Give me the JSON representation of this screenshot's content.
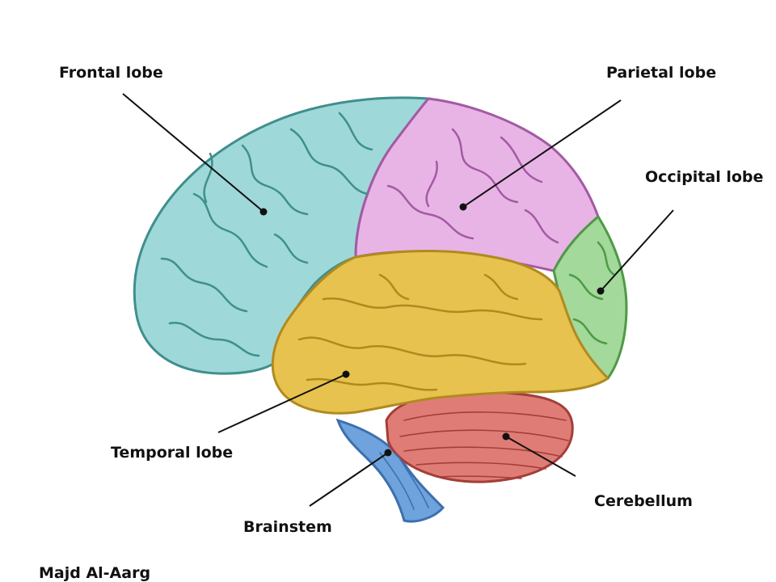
{
  "labels": {
    "frontal": "Frontal lobe",
    "parietal": "Parietal lobe",
    "occipital": "Occipital lobe",
    "temporal": "Temporal lobe",
    "cerebellum": "Cerebellum",
    "brainstem": "Brainstem"
  },
  "credit": "Majd Al-Aarg",
  "colors": {
    "frontal": "#9fd8d8",
    "frontal_stroke": "#3f8f8d",
    "parietal": "#e8b4e6",
    "parietal_stroke": "#a35aa3",
    "occipital": "#a3d99a",
    "occipital_stroke": "#4e9a46",
    "temporal": "#e8c24e",
    "temporal_stroke": "#b08a1f",
    "cerebellum": "#e07c76",
    "cerebellum_stroke": "#a33e39",
    "brainstem": "#6ea3dd",
    "brainstem_stroke": "#3e6fae"
  }
}
